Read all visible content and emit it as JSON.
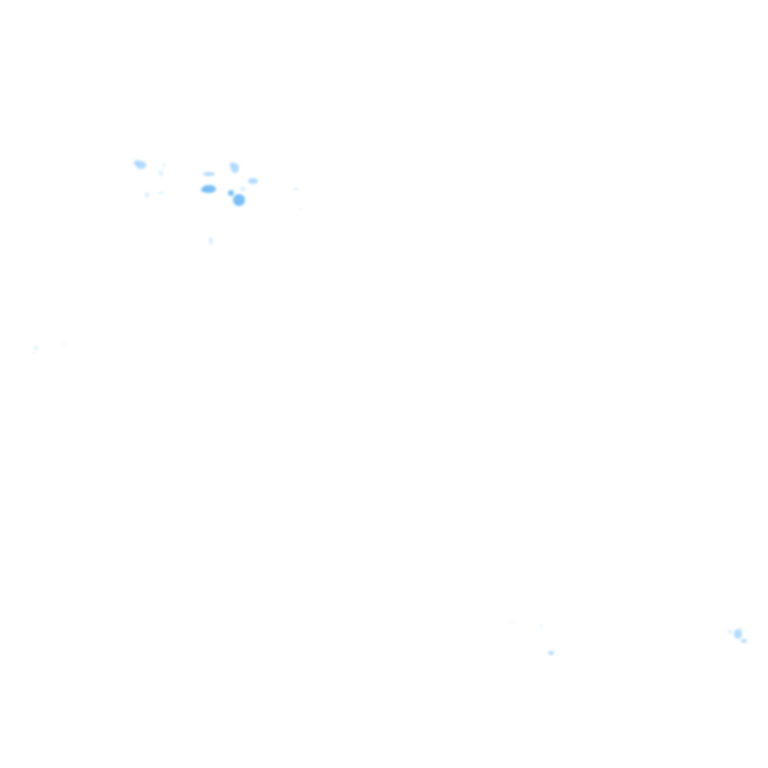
{
  "map": {
    "layer": "precipitation-radar-overlay",
    "background_color": "#ffffff",
    "precip_colors": {
      "light": "#d6ecff",
      "moderate": "#a9d6ff",
      "heavy": "#6cb8f5"
    },
    "echo_cells": [
      {
        "id": "cluster-northwest-1",
        "intensity": "moderate"
      },
      {
        "id": "cluster-northwest-2",
        "intensity": "light"
      },
      {
        "id": "cluster-northwest-3",
        "intensity": "heavy"
      },
      {
        "id": "cluster-northwest-4",
        "intensity": "moderate"
      },
      {
        "id": "cluster-northwest-5",
        "intensity": "light"
      },
      {
        "id": "cluster-northwest-6",
        "intensity": "moderate"
      },
      {
        "id": "cluster-northwest-7",
        "intensity": "heavy"
      },
      {
        "id": "cluster-northwest-8",
        "intensity": "light"
      },
      {
        "id": "cluster-northwest-9",
        "intensity": "moderate"
      },
      {
        "id": "cluster-northwest-10",
        "intensity": "light"
      },
      {
        "id": "cluster-northwest-11",
        "intensity": "moderate"
      },
      {
        "id": "cluster-northwest-12",
        "intensity": "light"
      },
      {
        "id": "cluster-west-1",
        "intensity": "light"
      },
      {
        "id": "cluster-west-2",
        "intensity": "light"
      },
      {
        "id": "cluster-south-1",
        "intensity": "moderate"
      },
      {
        "id": "cluster-south-2",
        "intensity": "light"
      },
      {
        "id": "cluster-south-3",
        "intensity": "light"
      },
      {
        "id": "cluster-southeast-1",
        "intensity": "moderate"
      },
      {
        "id": "cluster-southeast-2",
        "intensity": "light"
      },
      {
        "id": "cluster-southeast-3",
        "intensity": "light"
      }
    ]
  }
}
